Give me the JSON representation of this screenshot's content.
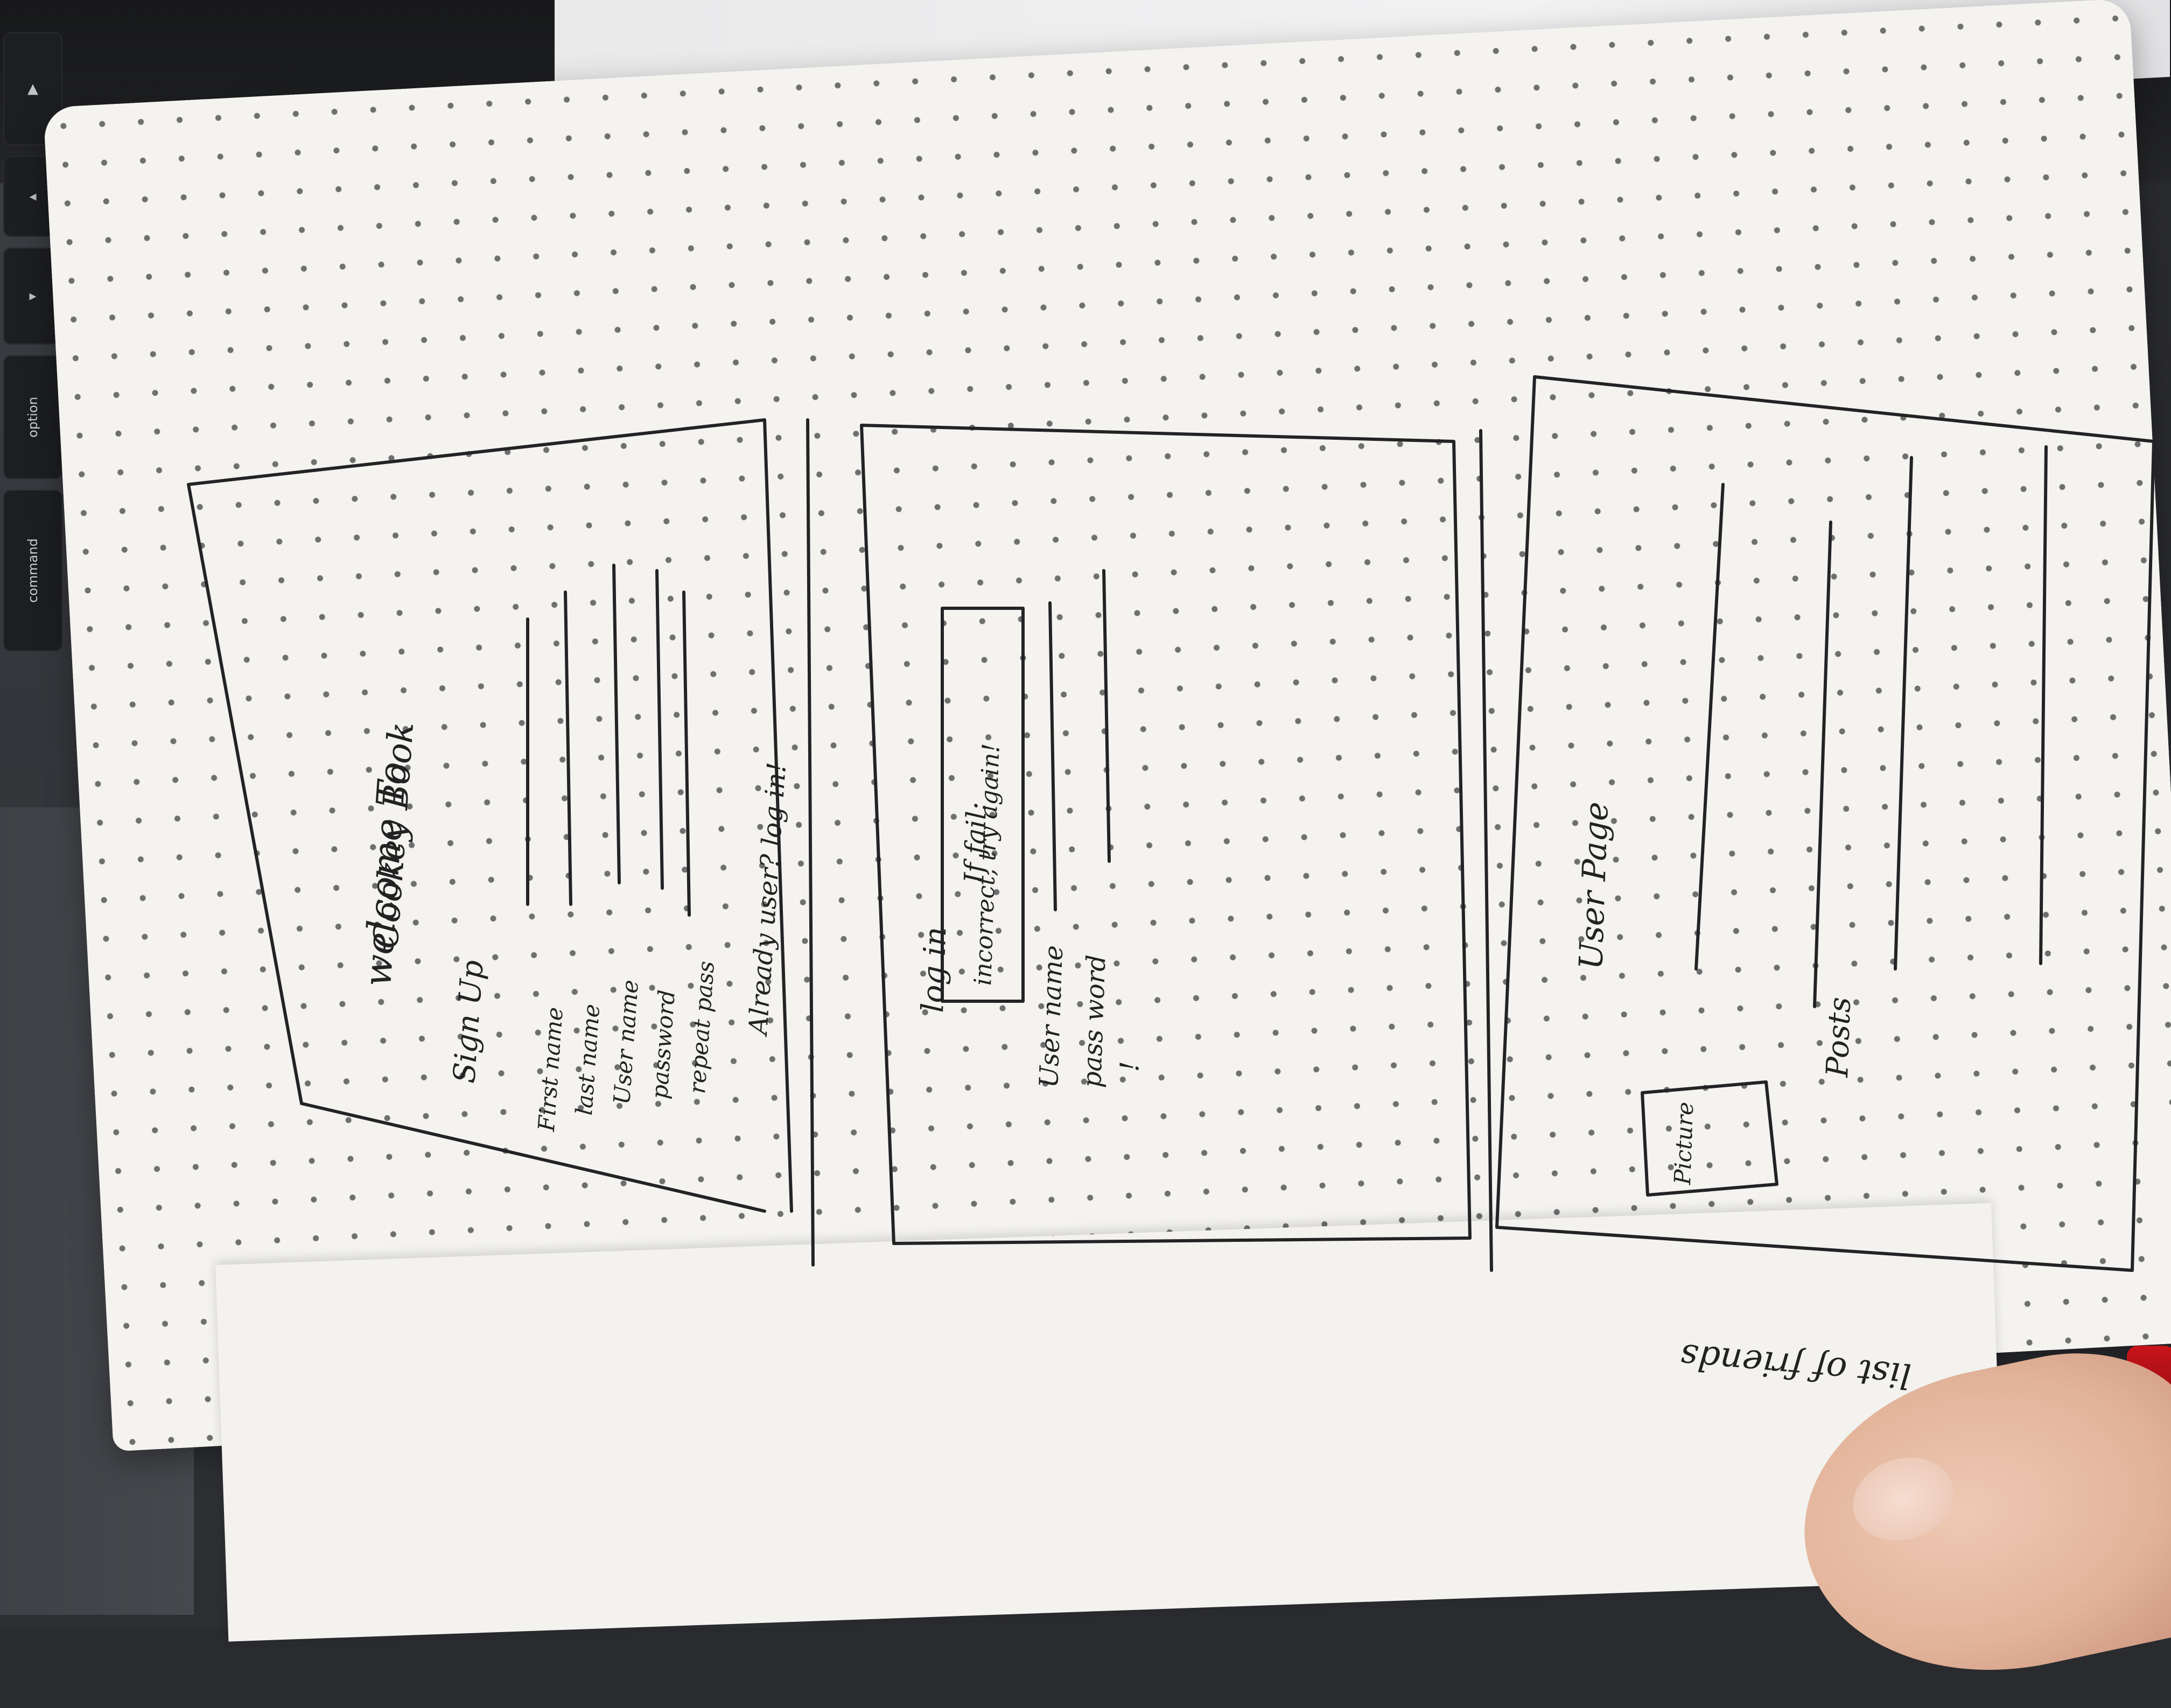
{
  "keyboard": {
    "keys": [
      "▲",
      "◂",
      "▸",
      "◂",
      "option",
      "command"
    ]
  },
  "sketch": {
    "panel_signup": {
      "title_line1": "welcome To",
      "title_line2": "Cookey Book",
      "heading": "Sign Up",
      "fields": [
        "First name",
        "last name",
        "User name",
        "password",
        "repeat pass"
      ],
      "footer": "Already user? log in!"
    },
    "panel_login": {
      "heading": "log in",
      "fail_note": "If fail:",
      "fail_box": "incorrect, try again!",
      "fields": [
        "User name",
        "pass word"
      ],
      "bang": "!"
    },
    "panel_user": {
      "heading": "User Page",
      "picture_label": "Picture",
      "posts_label": "Posts",
      "footer": "list of friends"
    }
  },
  "colors": {
    "page": "#f4f3f0",
    "dot": "#6f6f70",
    "ink": "#232325",
    "laptop": "#3c3e43",
    "ribbon": "#c8141a"
  }
}
